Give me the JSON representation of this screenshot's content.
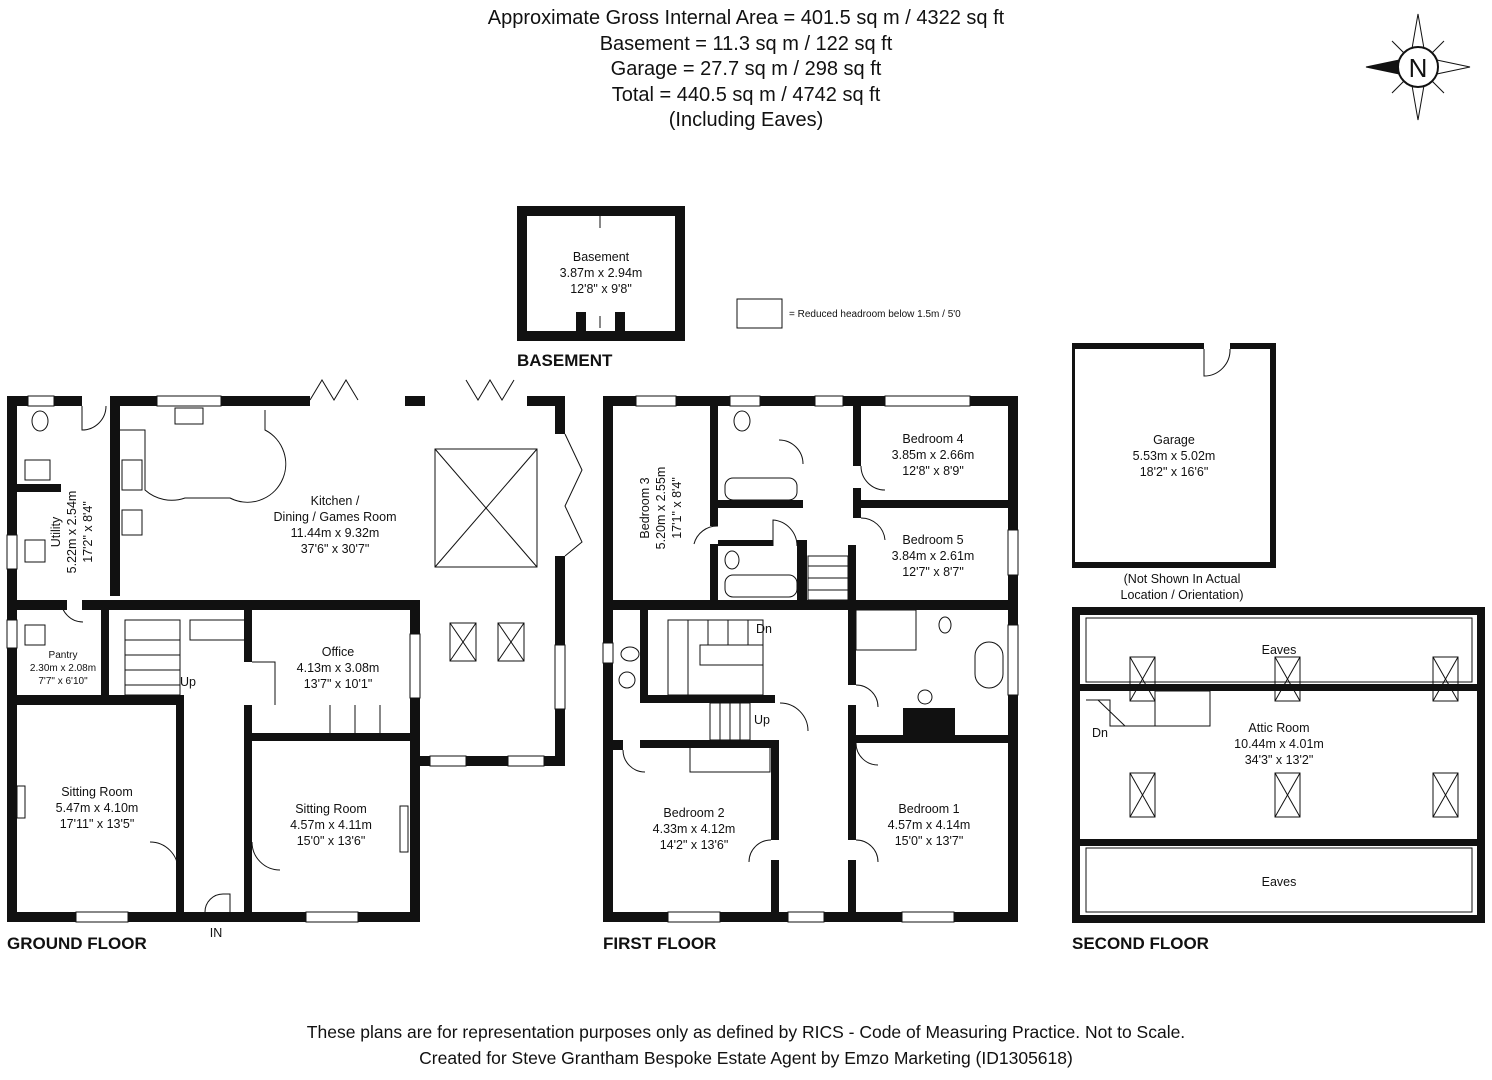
{
  "header": {
    "lines": [
      "Approximate Gross Internal Area = 401.5 sq m / 4322 sq ft",
      "Basement = 11.3 sq m / 122 sq ft",
      "Garage = 27.7 sq m / 298 sq ft",
      "Total = 440.5 sq m / 4742 sq ft",
      "(Including Eaves)"
    ]
  },
  "compass": {
    "letter": "N"
  },
  "legend": {
    "text": "= Reduced headroom below 1.5m / 5'0"
  },
  "floors": {
    "basement": "BASEMENT",
    "ground": "GROUND FLOOR",
    "first": "FIRST FLOOR",
    "second": "SECOND FLOOR"
  },
  "rooms": {
    "basement": [
      "Basement",
      "3.87m x 2.94m",
      "12'8\" x 9'8\""
    ],
    "garage": [
      "Garage",
      "5.53m x 5.02m",
      "18'2\" x 16'6\""
    ],
    "garage_note": [
      "(Not Shown In Actual",
      "Location / Orientation)"
    ],
    "kitchen": [
      "Kitchen /",
      "Dining / Games Room",
      "11.44m x 9.32m",
      "37'6\" x 30'7\""
    ],
    "utility": [
      "Utility",
      "5.22m x 2.54m",
      "17'2\" x 8'4\""
    ],
    "pantry": [
      "Pantry",
      "2.30m x 2.08m",
      "7'7\" x 6'10\""
    ],
    "office": [
      "Office",
      "4.13m x 3.08m",
      "13'7\" x 10'1\""
    ],
    "sitting1": [
      "Sitting Room",
      "5.47m x 4.10m",
      "17'11\" x 13'5\""
    ],
    "sitting2": [
      "Sitting Room",
      "4.57m x 4.11m",
      "15'0\" x 13'6\""
    ],
    "bedroom3": [
      "Bedroom 3",
      "5.20m x 2.55m",
      "17'1\" x 8'4\""
    ],
    "bedroom4": [
      "Bedroom 4",
      "3.85m x 2.66m",
      "12'8\" x 8'9\""
    ],
    "bedroom5": [
      "Bedroom 5",
      "3.84m x 2.61m",
      "12'7\" x 8'7\""
    ],
    "bedroom2": [
      "Bedroom 2",
      "4.33m x 4.12m",
      "14'2\" x 13'6\""
    ],
    "bedroom1": [
      "Bedroom 1",
      "4.57m x 4.14m",
      "15'0\" x 13'7\""
    ],
    "attic": [
      "Attic Room",
      "10.44m x 4.01m",
      "34'3\" x 13'2\""
    ],
    "eaves_top": "Eaves",
    "eaves_bottom": "Eaves"
  },
  "stairs": {
    "ground_up": "Up",
    "first_dn": "Dn",
    "first_up": "Up",
    "second_dn": "Dn"
  },
  "entrance": "IN",
  "footer": {
    "lines": [
      "These plans are for representation purposes only as defined by RICS - Code of Measuring Practice. Not to Scale.",
      "Created for Steve Grantham Bespoke Estate Agent by Emzo Marketing (ID1305618)"
    ]
  }
}
